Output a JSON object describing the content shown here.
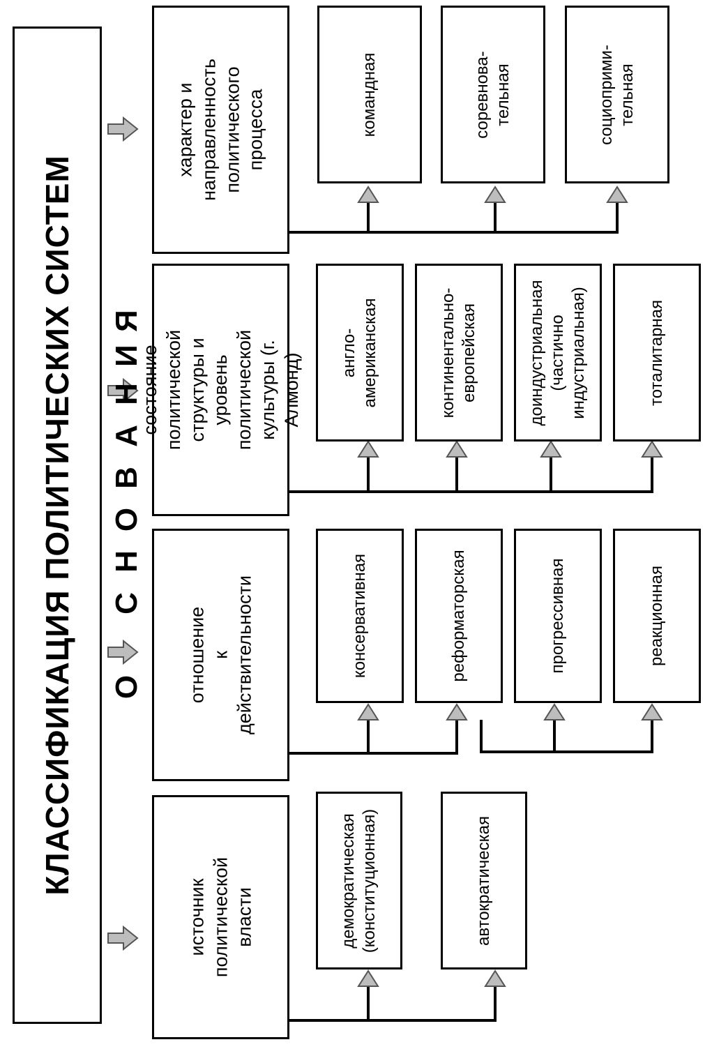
{
  "title": "КЛАССИФИКАЦИЯ ПОЛИТИЧЕСКИХ СИСТЕМ",
  "osnovaniya_letters": [
    "О",
    "С",
    "Н",
    "О",
    "В",
    "А",
    "Н",
    "И",
    "Я"
  ],
  "bases": [
    "источник\nполитической\nвласти",
    "отношение\nк\nдействительности",
    "состояние\nполитической\nструктуры и уровень\nполитической\nкультуры (г. Алмонд)",
    "характер и\nнаправленность\nполитического\nпроцесса"
  ],
  "groups": [
    {
      "items": [
        "демократическая\n(конституционная)",
        "автократическая"
      ]
    },
    {
      "items": [
        "консервативная",
        "реформаторская",
        "прогрессивная",
        "реакционная"
      ]
    },
    {
      "items": [
        "англо-\nамериканская",
        "континентально-\nевропейская",
        "доиндустриальная\n(частично\nиндустриальная)",
        "тоталитарная"
      ]
    },
    {
      "items": [
        "командная",
        "соревнова-\nтельная",
        "социоприми-\nтельная"
      ]
    }
  ],
  "colors": {
    "line": "#000000",
    "arrow_fill": "#bdbdbd",
    "arrow_stroke": "#555555"
  }
}
